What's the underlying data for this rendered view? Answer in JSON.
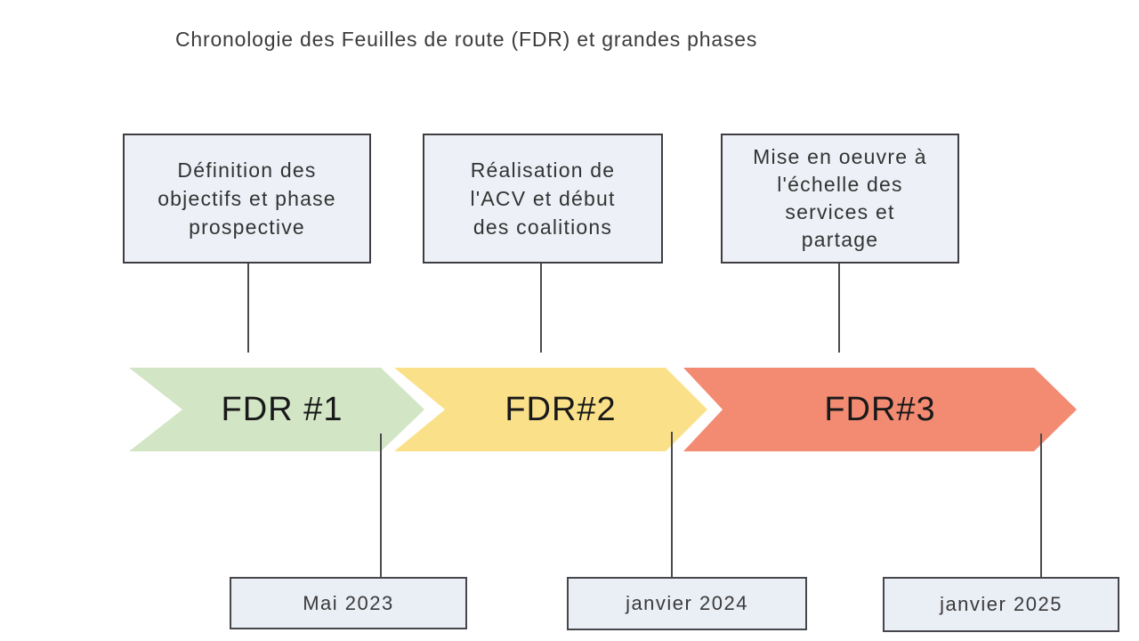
{
  "title": "Chronologie des Feuilles de route (FDR) et grandes phases",
  "diagram_type": "timeline",
  "phases": [
    {
      "label": "FDR #1",
      "description": "Définition des\nobjectifs et phase\nprospective",
      "date": "Mai 2023",
      "color": "#d2e5c5"
    },
    {
      "label": "FDR#2",
      "description": "Réalisation de\nl'ACV et début\ndes coalitions",
      "date": "janvier 2024",
      "color": "#fae189"
    },
    {
      "label": "FDR#3",
      "description": "Mise en oeuvre à\nl'échelle des\nservices et\npartage",
      "date": "janvier 2025",
      "color": "#f38b72"
    }
  ],
  "colors": {
    "background": "#ffffff",
    "box_fill": "#edf1f7",
    "box_border": "#3e3e42",
    "connector": "#4b4b4b",
    "title_text": "#3b3b3b",
    "label_text": "#191919"
  }
}
